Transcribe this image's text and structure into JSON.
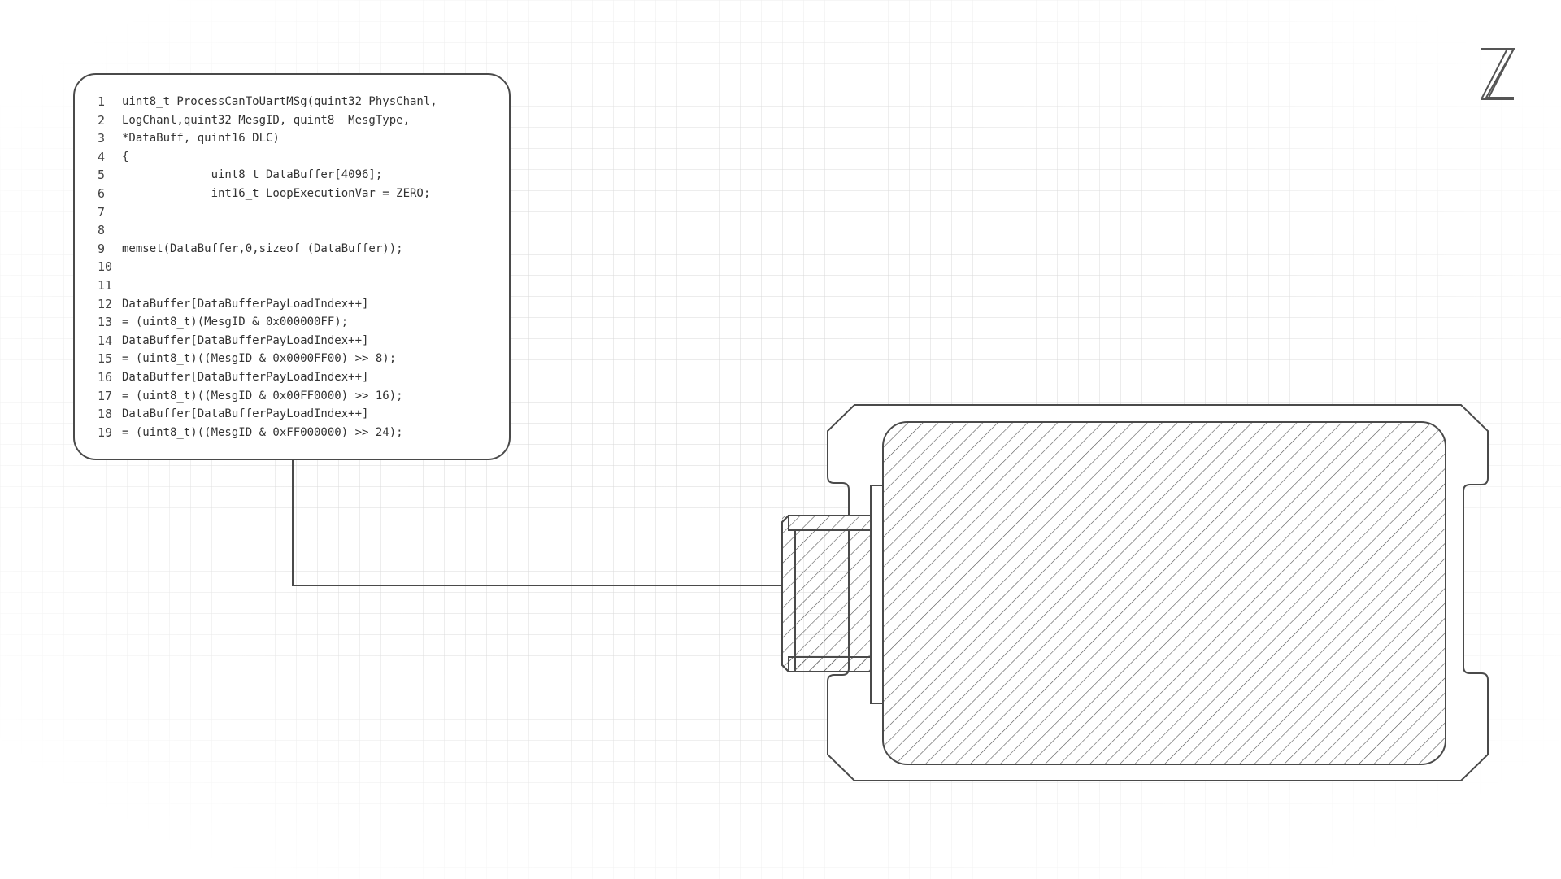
{
  "brand": {
    "logo_icon": "double-struck-z-icon"
  },
  "colors": {
    "line": "#4a4a4a",
    "grid": "#d9d9d9",
    "background": "#ffffff"
  },
  "code": {
    "lines": [
      {
        "n": "1",
        "text": "uint8_t ProcessCanToUartMSg(quint32 PhysChanl,"
      },
      {
        "n": "2",
        "text": "LogChanl,quint32 MesgID, quint8  MesgType,"
      },
      {
        "n": "3",
        "text": "*DataBuff, quint16 DLC)"
      },
      {
        "n": "4",
        "text": "{"
      },
      {
        "n": "5",
        "text": "             uint8_t DataBuffer[4096];"
      },
      {
        "n": "6",
        "text": "             int16_t LoopExecutionVar = ZERO;"
      },
      {
        "n": "7",
        "text": ""
      },
      {
        "n": "8",
        "text": ""
      },
      {
        "n": "9",
        "text": "memset(DataBuffer,0,sizeof (DataBuffer));"
      },
      {
        "n": "10",
        "text": ""
      },
      {
        "n": "11",
        "text": ""
      },
      {
        "n": "12",
        "text": "DataBuffer[DataBufferPayLoadIndex++]"
      },
      {
        "n": "13",
        "text": "= (uint8_t)(MesgID & 0x000000FF);"
      },
      {
        "n": "14",
        "text": "DataBuffer[DataBufferPayLoadIndex++]"
      },
      {
        "n": "15",
        "text": "= (uint8_t)((MesgID & 0x0000FF00) >> 8);"
      },
      {
        "n": "16",
        "text": "DataBuffer[DataBufferPayLoadIndex++]"
      },
      {
        "n": "17",
        "text": "= (uint8_t)((MesgID & 0x00FF0000) >> 16);"
      },
      {
        "n": "18",
        "text": "DataBuffer[DataBufferPayLoadIndex++]"
      },
      {
        "n": "19",
        "text": "= (uint8_t)((MesgID & 0xFF000000) >> 24);"
      }
    ]
  }
}
